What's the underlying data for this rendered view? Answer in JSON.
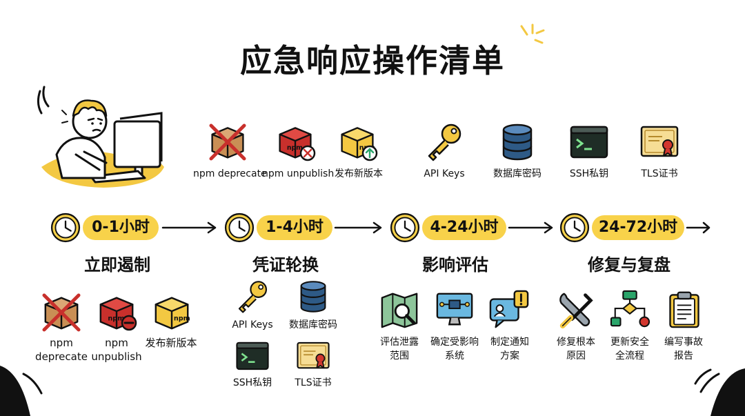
{
  "title": "应急响应操作清单",
  "colors": {
    "accent": "#f8d24a",
    "ink": "#111111",
    "red": "#c8302c",
    "box": "#c98f55",
    "teal": "#2aa56a",
    "navy": "#2e5a86"
  },
  "top_icons": [
    {
      "icon": "crossed-box-icon",
      "label": "npm deprecate"
    },
    {
      "icon": "npm-box-unpublish-icon",
      "label": "npm unpublish"
    },
    {
      "icon": "npm-box-publish-icon",
      "label": "发布新版本"
    },
    {
      "icon": "key-icon",
      "label": "API Keys"
    },
    {
      "icon": "database-icon",
      "label": "数据库密码"
    },
    {
      "icon": "terminal-icon",
      "label": "SSH私钥"
    },
    {
      "icon": "certificate-icon",
      "label": "TLS证书"
    }
  ],
  "phases": [
    {
      "time": "0-1小时",
      "name": "立即遏制"
    },
    {
      "time": "1-4小时",
      "name": "凭证轮换"
    },
    {
      "time": "4-24小时",
      "name": "影响评估"
    },
    {
      "time": "24-72小时",
      "name": "修复与复盘"
    }
  ],
  "phase1_items": [
    {
      "icon": "crossed-box-icon",
      "line1": "npm",
      "line2": "deprecate"
    },
    {
      "icon": "npm-box-unpublish-icon",
      "line1": "npm",
      "line2": "unpublish"
    },
    {
      "icon": "npm-box-icon",
      "line1": "发布新版本",
      "line2": ""
    }
  ],
  "phase2_items": [
    {
      "icon": "key-icon",
      "label": "API Keys"
    },
    {
      "icon": "database-icon",
      "label": "数据库密码"
    },
    {
      "icon": "terminal-icon",
      "label": "SSH私钥"
    },
    {
      "icon": "certificate-icon",
      "label": "TLS证书"
    }
  ],
  "phase3_items": [
    {
      "icon": "map-magnifier-icon",
      "line1": "评估泄露",
      "line2": "范围"
    },
    {
      "icon": "monitor-network-icon",
      "line1": "确定受影响",
      "line2": "系统"
    },
    {
      "icon": "notification-chat-icon",
      "line1": "制定通知",
      "line2": "方案"
    }
  ],
  "phase4_items": [
    {
      "icon": "wrench-screwdriver-icon",
      "line1": "修复根本",
      "line2": "原因"
    },
    {
      "icon": "flowchart-icon",
      "line1": "更新安全",
      "line2": "全流程"
    },
    {
      "icon": "clipboard-icon",
      "line1": "编写事故",
      "line2": "报告"
    }
  ]
}
